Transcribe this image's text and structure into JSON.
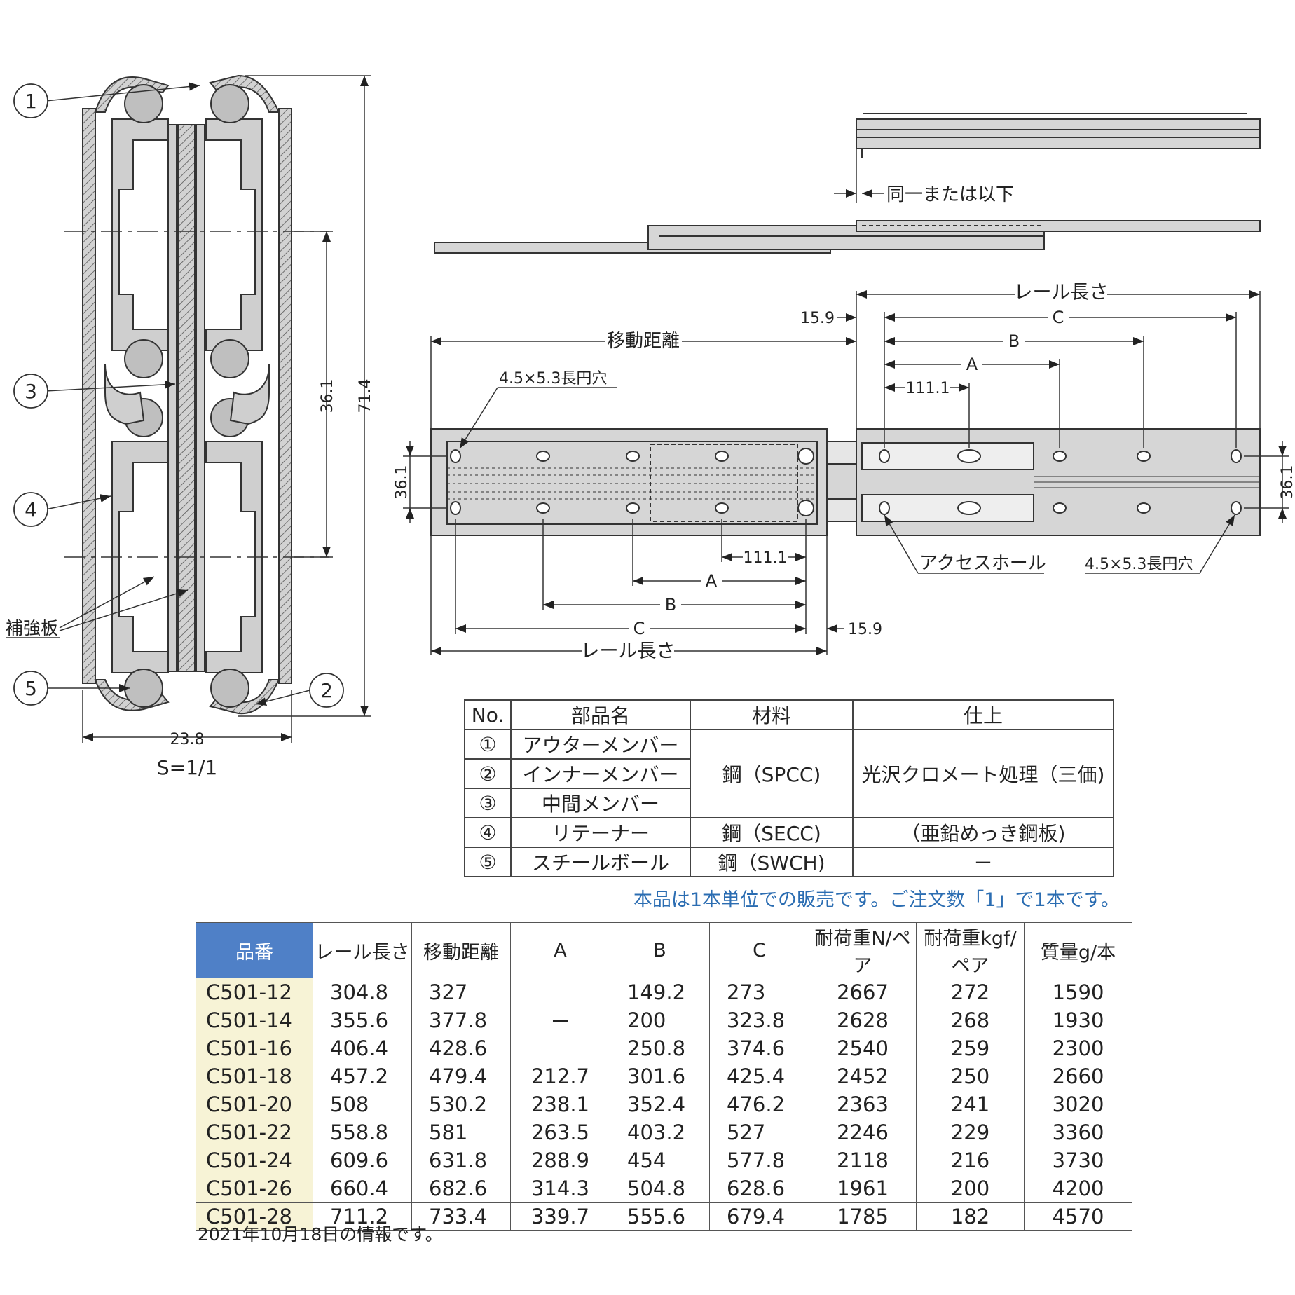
{
  "section_drawing": {
    "callouts": [
      "1",
      "2",
      "3",
      "4",
      "5"
    ],
    "reinforcement_label": "補強板",
    "dim_width": "23.8",
    "dim_height": "71.4",
    "dim_pitch": "36.1",
    "scale": "S=1/1"
  },
  "side_view": {
    "same_or_less": "同一または以下",
    "rail_length": "レール長さ",
    "travel": "移動距離",
    "dim_15_9": "15.9",
    "dim_C": "C",
    "dim_B": "B",
    "dim_A": "A",
    "dim_111_1": "111.1",
    "slot_label": "4.5×5.3長円穴",
    "access_hole": "アクセスホール",
    "dim_36_1": "36.1"
  },
  "parts_table": {
    "headers": [
      "No.",
      "部品名",
      "材料",
      "仕上"
    ],
    "rows": [
      {
        "no": "①",
        "name": "アウターメンバー"
      },
      {
        "no": "②",
        "name": "インナーメンバー"
      },
      {
        "no": "③",
        "name": "中間メンバー"
      },
      {
        "no": "④",
        "name": "リテーナー"
      },
      {
        "no": "⑤",
        "name": "スチールボール"
      }
    ],
    "material_spcc": "鋼（SPCC)",
    "finish_chrome": "光沢クロメート処理（三価)",
    "material_secc": "鋼（SECC)",
    "finish_zinc": "（亜鉛めっき鋼板)",
    "material_swch": "鋼（SWCH)",
    "finish_none": "－"
  },
  "note": "本品は1本単位での販売です。ご注文数「1」で1本です。",
  "spec_table": {
    "headers": [
      "品番",
      "レール長さ",
      "移動距離",
      "A",
      "B",
      "C",
      "耐荷重N/ペア",
      "耐荷重kgf/ペア",
      "質量g/本"
    ],
    "dash": "－",
    "rows": [
      [
        "C501-12",
        "304.8",
        "327",
        "",
        "149.2",
        "273",
        "2667",
        "272",
        "1590"
      ],
      [
        "C501-14",
        "355.6",
        "377.8",
        "",
        "200",
        "323.8",
        "2628",
        "268",
        "1930"
      ],
      [
        "C501-16",
        "406.4",
        "428.6",
        "",
        "250.8",
        "374.6",
        "2540",
        "259",
        "2300"
      ],
      [
        "C501-18",
        "457.2",
        "479.4",
        "212.7",
        "301.6",
        "425.4",
        "2452",
        "250",
        "2660"
      ],
      [
        "C501-20",
        "508",
        "530.2",
        "238.1",
        "352.4",
        "476.2",
        "2363",
        "241",
        "3020"
      ],
      [
        "C501-22",
        "558.8",
        "581",
        "263.5",
        "403.2",
        "527",
        "2246",
        "229",
        "3360"
      ],
      [
        "C501-24",
        "609.6",
        "631.8",
        "288.9",
        "454",
        "577.8",
        "2118",
        "216",
        "3730"
      ],
      [
        "C501-26",
        "660.4",
        "682.6",
        "314.3",
        "504.8",
        "628.6",
        "1961",
        "200",
        "4200"
      ],
      [
        "C501-28",
        "711.2",
        "733.4",
        "339.7",
        "555.6",
        "679.4",
        "1785",
        "182",
        "4570"
      ]
    ]
  },
  "footnote": "2021年10月18日の情報です。"
}
